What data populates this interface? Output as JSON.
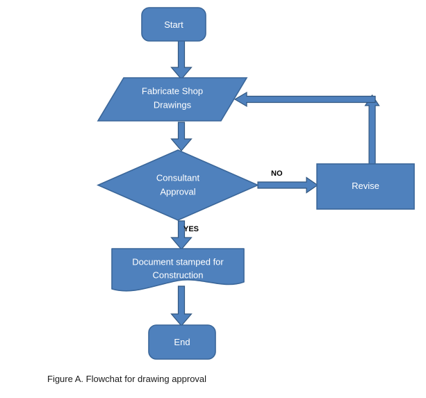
{
  "figure": {
    "caption": "Figure A. Flowchat for drawing approval",
    "colors": {
      "shape_fill": "#4F81BD",
      "shape_stroke": "#3A6699",
      "connector_fill": "#4F81BD",
      "connector_stroke": "#31567F",
      "shape_text": "#FFFFFF",
      "edge_label_text": "#000000",
      "background": "#FFFFFF"
    }
  },
  "chart_data": {
    "type": "diagram",
    "title": "Figure A. Flowchat for drawing approval",
    "nodes": [
      {
        "id": "start",
        "label": "Start",
        "shape": "terminator"
      },
      {
        "id": "fabricate",
        "label_line1": "Fabricate Shop",
        "label_line2": "Drawings",
        "shape": "parallelogram"
      },
      {
        "id": "approval",
        "label_line1": "Consultant",
        "label_line2": "Approval",
        "shape": "decision"
      },
      {
        "id": "revise",
        "label": "Revise",
        "shape": "process"
      },
      {
        "id": "stamped",
        "label_line1": "Document stamped for",
        "label_line2": "Construction",
        "shape": "document"
      },
      {
        "id": "end",
        "label": "End",
        "shape": "terminator"
      }
    ],
    "edges": [
      {
        "from": "start",
        "to": "fabricate",
        "label": ""
      },
      {
        "from": "fabricate",
        "to": "approval",
        "label": ""
      },
      {
        "from": "approval",
        "to": "revise",
        "label": "NO"
      },
      {
        "from": "approval",
        "to": "stamped",
        "label": "YES"
      },
      {
        "from": "revise",
        "to": "fabricate",
        "label": ""
      },
      {
        "from": "stamped",
        "to": "end",
        "label": ""
      }
    ]
  },
  "nodes": {
    "start": {
      "label": "Start"
    },
    "fabricate": {
      "line1": "Fabricate Shop",
      "line2": "Drawings"
    },
    "approval": {
      "line1": "Consultant",
      "line2": "Approval"
    },
    "revise": {
      "label": "Revise"
    },
    "stamped": {
      "line1": "Document stamped for",
      "line2": "Construction"
    },
    "end": {
      "label": "End"
    }
  },
  "edge_labels": {
    "no": "NO",
    "yes": "YES"
  }
}
